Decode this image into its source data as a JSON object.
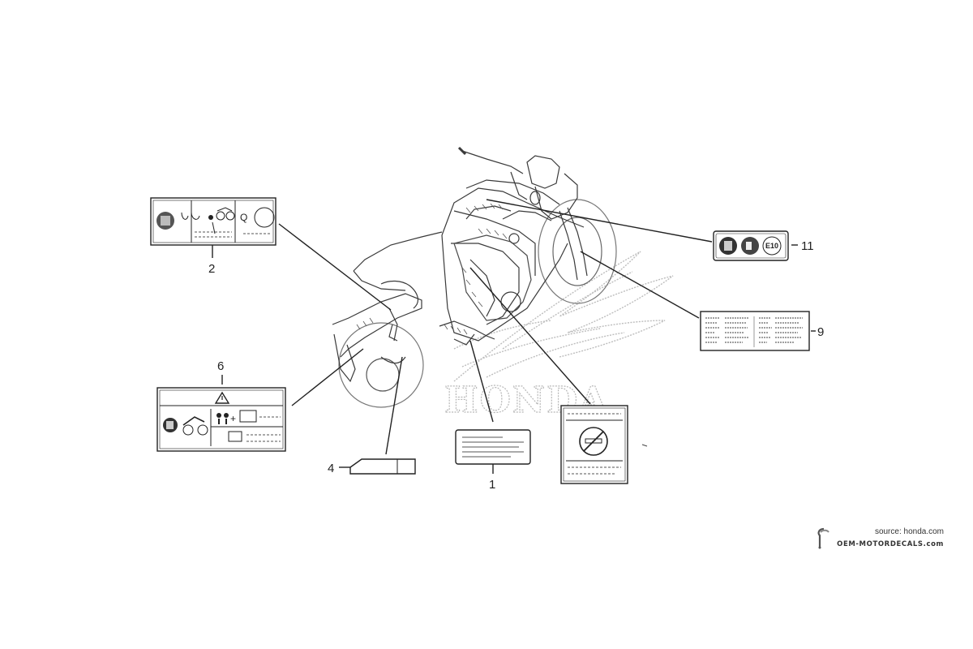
{
  "diagram": {
    "watermark": {
      "text": "HONDA"
    },
    "callouts": [
      {
        "id": "label-1",
        "number": "1"
      },
      {
        "id": "label-2",
        "number": "2"
      },
      {
        "id": "label-4",
        "number": "4"
      },
      {
        "id": "label-6",
        "number": "6"
      },
      {
        "id": "label-9",
        "number": "9"
      },
      {
        "id": "label-11",
        "number": "11"
      }
    ],
    "fuel_label": {
      "badge_text": "E10"
    },
    "icons": [
      "warning-triangle-icon",
      "no-smoking-icon",
      "helmet-icon",
      "motorcycle-icon",
      "fuel-pump-icon"
    ]
  },
  "credit": {
    "source_text": "source: honda.com",
    "brand_text": "OEM-MOTORDECALS.com"
  }
}
